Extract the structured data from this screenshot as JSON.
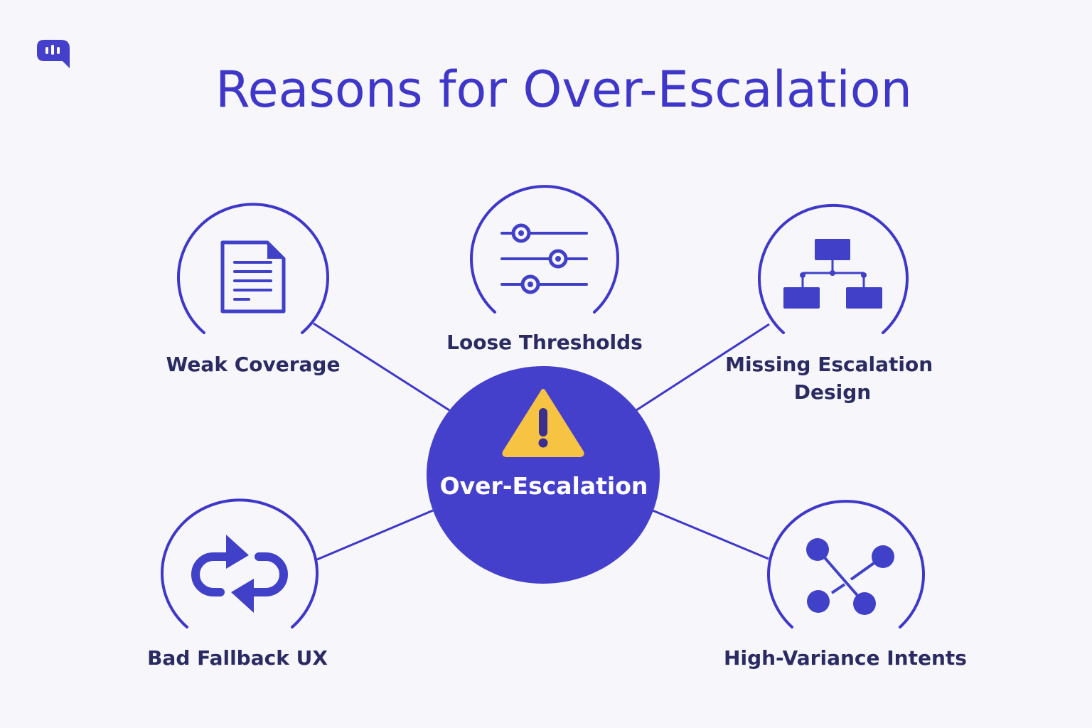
{
  "title": "Reasons for Over-Escalation",
  "logo_icon": "chat-bubble-logo-icon",
  "center": {
    "label": "Over-Escalation",
    "icon": "warning-icon"
  },
  "nodes": [
    {
      "label_lines": [
        "Weak Coverage"
      ],
      "icon": "document-icon"
    },
    {
      "label_lines": [
        "Loose Thresholds"
      ],
      "icon": "sliders-icon"
    },
    {
      "label_lines": [
        "Missing Escalation",
        "Design"
      ],
      "icon": "hierarchy-icon"
    },
    {
      "label_lines": [
        "Bad Fallback UX"
      ],
      "icon": "loop-arrows-icon"
    },
    {
      "label_lines": [
        "High-Variance Intents"
      ],
      "icon": "scatter-nodes-icon"
    }
  ],
  "colors": {
    "accent": "#3f37c9",
    "center_fill": "#4540cc",
    "warning": "#f6c342",
    "label_text": "#2b2b63",
    "background": "#f6f6fb"
  }
}
